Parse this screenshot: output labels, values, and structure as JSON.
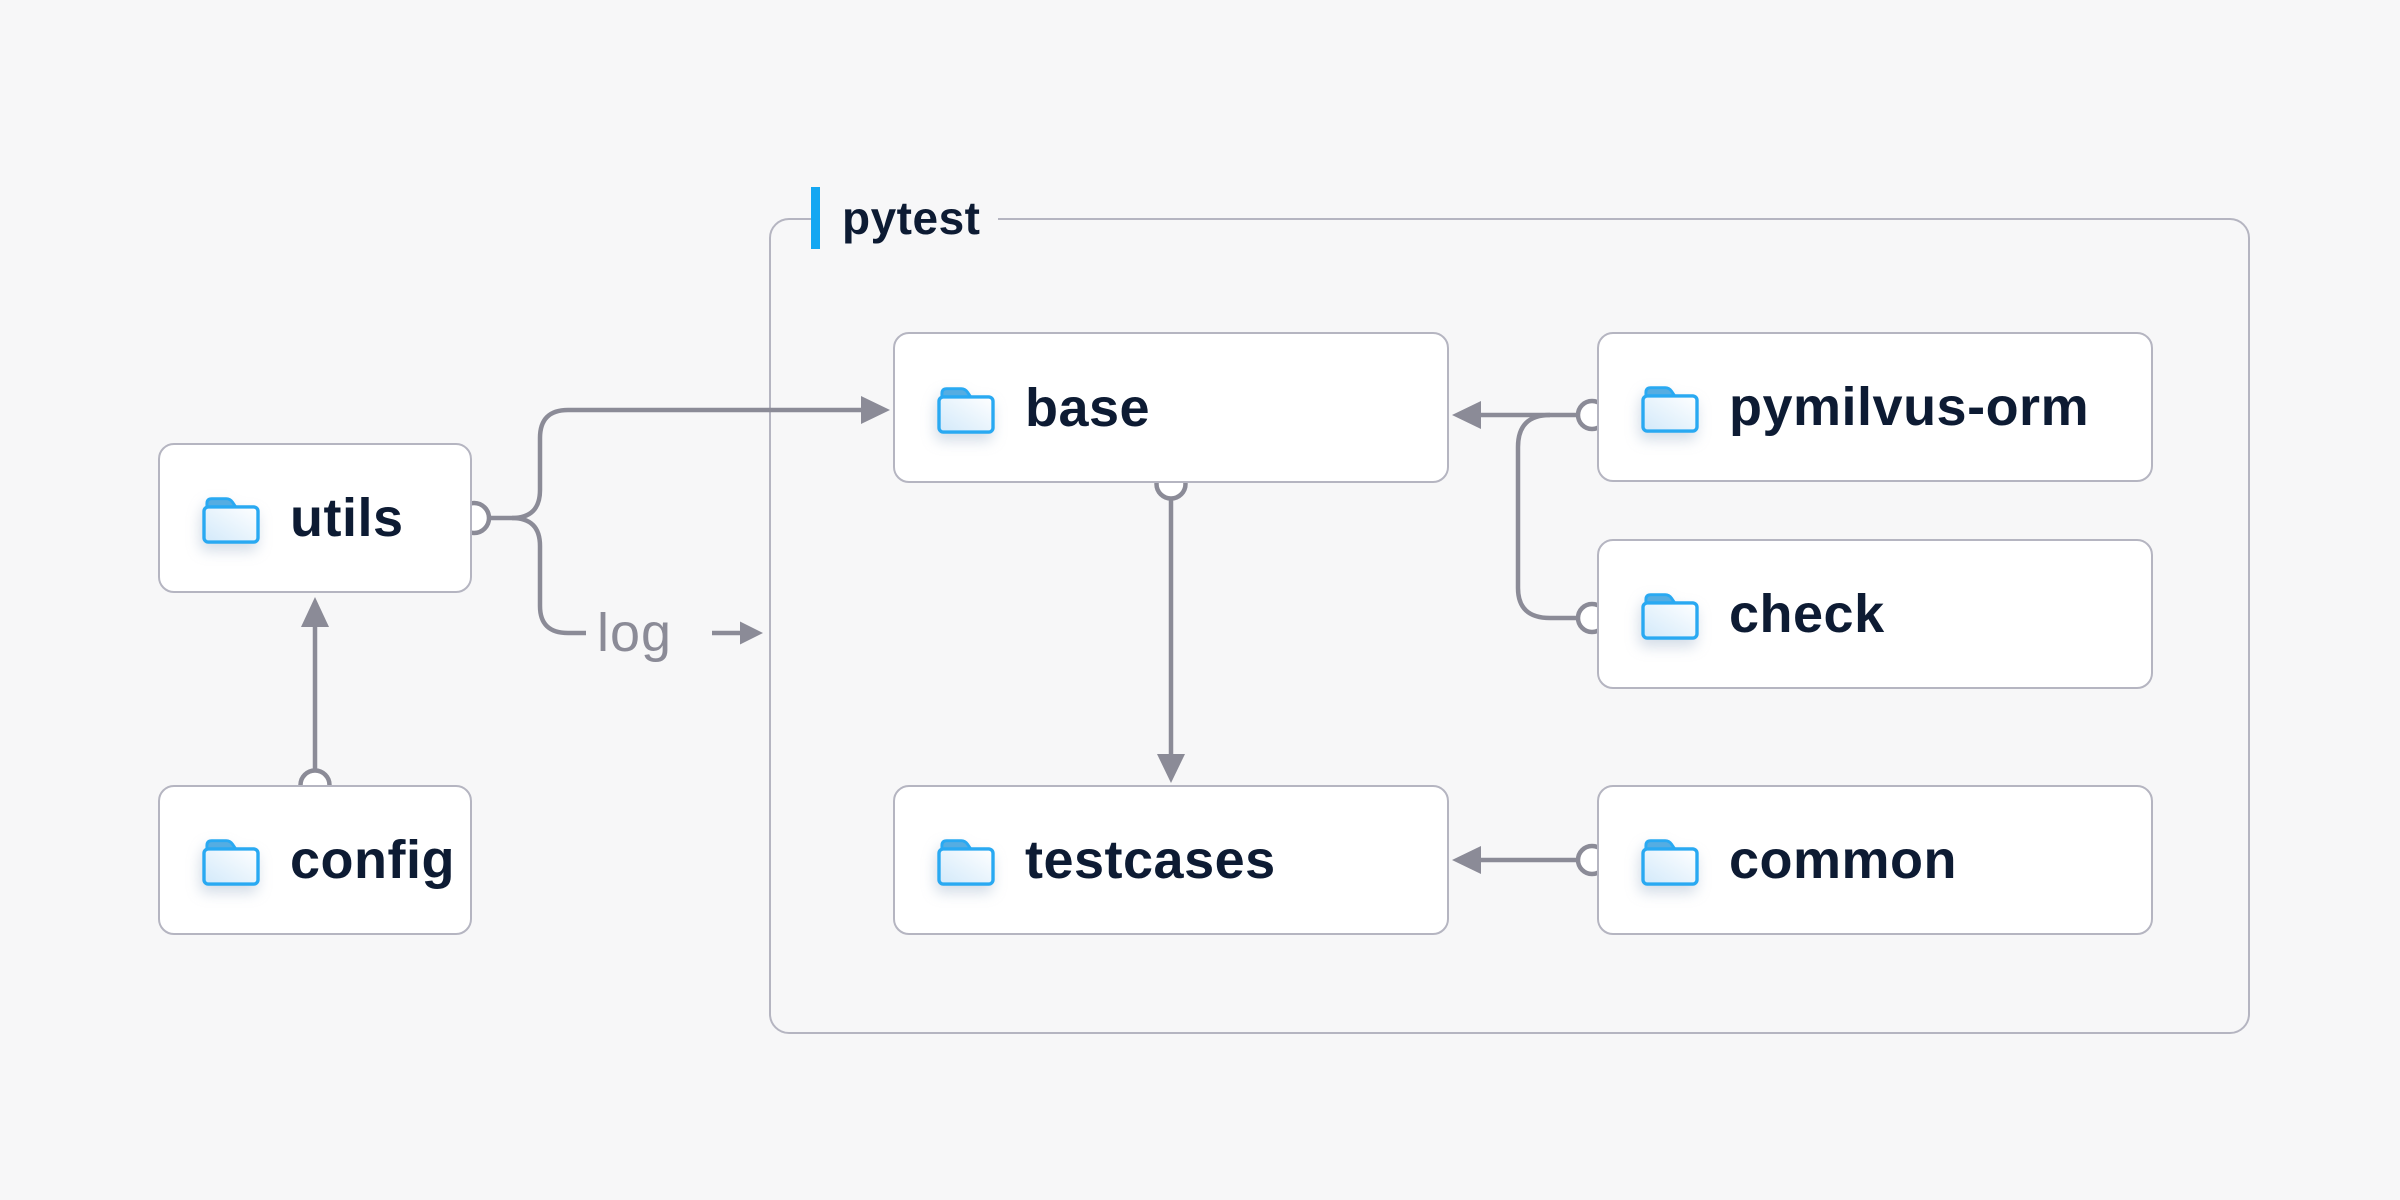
{
  "diagram": {
    "container": {
      "label": "pytest"
    },
    "nodes": [
      {
        "id": "utils",
        "label": "utils"
      },
      {
        "id": "config",
        "label": "config"
      },
      {
        "id": "base",
        "label": "base"
      },
      {
        "id": "pymilvus-orm",
        "label": "pymilvus-orm"
      },
      {
        "id": "check",
        "label": "check"
      },
      {
        "id": "testcases",
        "label": "testcases"
      },
      {
        "id": "common",
        "label": "common"
      }
    ],
    "edge_label": "log",
    "edges": [
      {
        "from": "config",
        "to": "utils"
      },
      {
        "from": "utils",
        "to": "base"
      },
      {
        "from": "utils",
        "to": "log",
        "label": "log"
      },
      {
        "from": "pymilvus-orm",
        "to": "base"
      },
      {
        "from": "check",
        "to": "base"
      },
      {
        "from": "base",
        "to": "testcases"
      },
      {
        "from": "common",
        "to": "testcases"
      }
    ],
    "colors": {
      "background": "#f7f7f8",
      "node_fill": "#ffffff",
      "node_border": "#b5b5c1",
      "node_text": "#0d1b33",
      "connector": "#8b8b97",
      "accent_bar": "#14a7f2",
      "folder_blue": "#29a9f2"
    }
  }
}
